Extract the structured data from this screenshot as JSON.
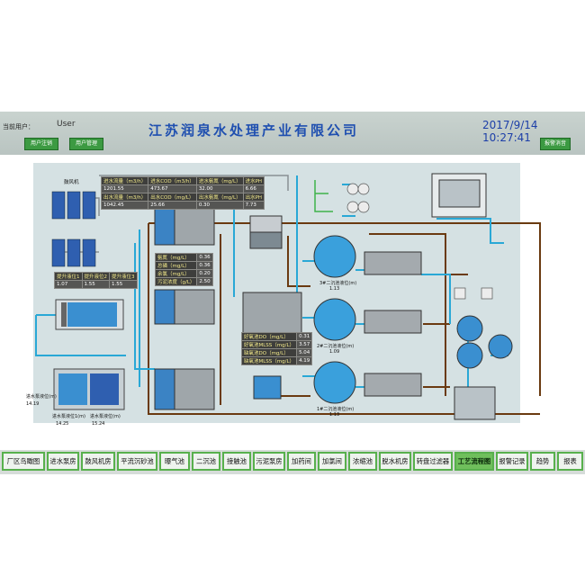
{
  "header": {
    "user_label": "当前用户：",
    "user": "User",
    "company": "江苏润泉水处理产业有限公司",
    "datetime": "2017/9/14 10:27:41",
    "buttons": [
      "用户注销",
      "用户管理"
    ],
    "right_button": "报警消音"
  },
  "diagram": {
    "blower_label": "鼓风机",
    "inflow_table": [
      [
        "进水流量（m3/h）",
        "进水COD（m3/h）",
        "进水氨氮（mg/L）",
        "进水PH"
      ],
      [
        "1201.55",
        "473.67",
        "32.00",
        "6.66"
      ],
      [
        "出水流量（m3/h）",
        "出水COD（mg/L）",
        "出水氨氮（mg/L）",
        "出水PH"
      ],
      [
        "1042.45",
        "25.66",
        "0.30",
        "7.73"
      ]
    ],
    "grit_table": [
      [
        "提升液位1",
        "提升液位2",
        "提升液位3"
      ],
      [
        "1.07",
        "1.55",
        "1.55"
      ]
    ],
    "contact_table": [
      [
        "氨氮（mg/L）",
        "0.36"
      ],
      [
        "总磷（mg/L）",
        "0.36"
      ],
      [
        "余氯（mg/L）",
        "0.20"
      ],
      [
        "污泥浓度（g/L）",
        "2.50"
      ]
    ],
    "do_table": [
      [
        "好氧池DO（mg/L）",
        "0.31"
      ],
      [
        "好氧池MLSS（mg/L）",
        "3.57"
      ],
      [
        "缺氧池DO（mg/L）",
        "5.04"
      ],
      [
        "缺氧池MLSS（mg/L）",
        "4.19"
      ]
    ],
    "clarifiers": [
      {
        "label": "3#二沉池液位(m)",
        "value": "1.13"
      },
      {
        "label": "2#二沉池液位(m)",
        "value": "1.09"
      },
      {
        "label": "1#二沉池液位(m)",
        "value": "1.13"
      }
    ],
    "left_levels": [
      {
        "label": "进水泵液位(m)",
        "value": "14.19"
      },
      {
        "label": "进水泵液位1(m)",
        "value": "14.25"
      },
      {
        "label": "进水泵液位(m)",
        "value": "15.24"
      }
    ]
  },
  "navbar": {
    "items": [
      "厂区鸟瞰图",
      "进水泵房",
      "鼓风机房",
      "平流沉砂池",
      "曝气池",
      "二沉池",
      "接触池",
      "污泥泵房",
      "加药间",
      "加氯间",
      "浓缩池",
      "脱水机房",
      "转盘过滤器",
      "工艺流程图",
      "报警记录",
      "趋势",
      "报表"
    ],
    "active": "工艺流程图"
  },
  "colors": {
    "accent": "#1f4fb0",
    "nav_border": "#58b04d",
    "pipe_blue": "#29a8d6",
    "pipe_brown": "#6a3a10"
  }
}
